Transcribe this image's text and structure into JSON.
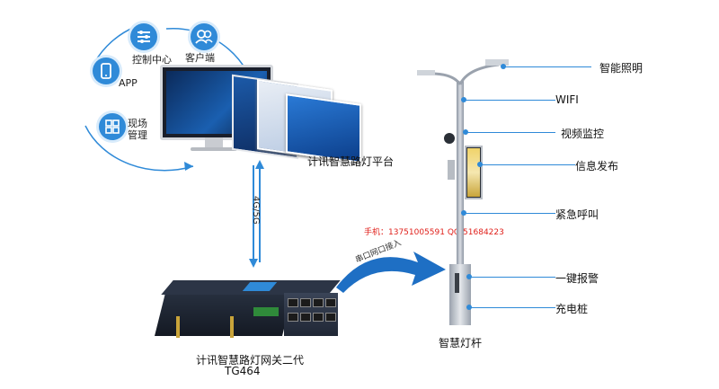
{
  "platform": {
    "title": "计讯智慧路灯平台",
    "nodes": {
      "control_center": "控制中心",
      "client": "客户端",
      "app": "APP",
      "site_mgmt": "现场\n管理"
    }
  },
  "link_label": "4G/5G",
  "gateway": {
    "name": "计讯智慧路灯网关二代",
    "model": "TG464"
  },
  "serial_label": "串口网口接入",
  "contact": "手机：13751005591  QQ:51684223",
  "pole": {
    "title": "智慧灯杆",
    "features": [
      "智能照明",
      "WIFI",
      "视频监控",
      "信息发布",
      "紧急呼叫",
      "一键报警",
      "充电桩"
    ]
  },
  "colors": {
    "accent": "#2f8ad8",
    "arrow": "#1e6fc4",
    "contact": "#e0201b"
  }
}
